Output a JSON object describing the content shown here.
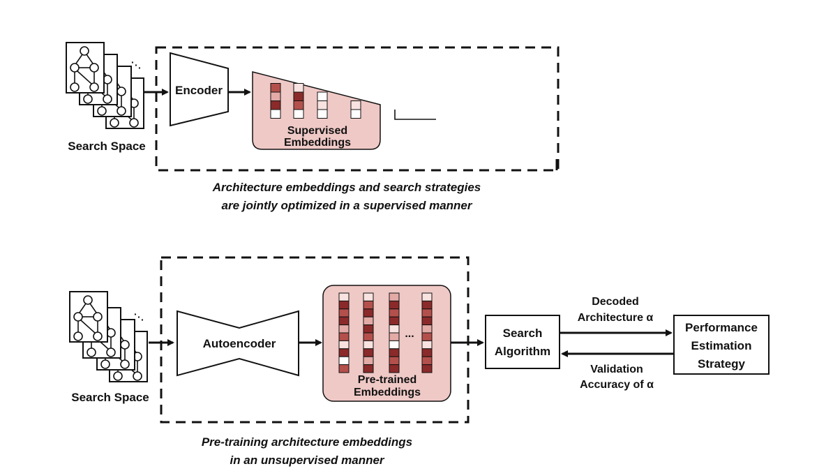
{
  "top": {
    "search_space_label": "Search Space",
    "encoder_label": "Encoder",
    "embeddings_label_1": "Supervised",
    "embeddings_label_2": "Embeddings",
    "caption_line1": "Architecture embeddings and search strategies",
    "caption_line2": "are jointly optimized in a supervised manner"
  },
  "bottom": {
    "search_space_label": "Search Space",
    "autoencoder_label": "Autoencoder",
    "embeddings_label_1": "Pre-trained",
    "embeddings_label_2": "Embeddings",
    "ellipsis": "...",
    "search_algorithm_1": "Search",
    "search_algorithm_2": "Algorithm",
    "decoded_1": "Decoded",
    "decoded_2": "Architecture α",
    "validation_1": "Validation",
    "validation_2": "Accuracy of α",
    "performance_1": "Performance",
    "performance_2": "Estimation",
    "performance_3": "Strategy",
    "caption_line1": "Pre-training architecture embeddings",
    "caption_line2": "in an unsupervised manner"
  },
  "colors": {
    "embedding_panel": "#efc9c6",
    "cell_dark": "#8b2a2a",
    "cell_mid": "#b4504c",
    "cell_light": "#e3aaa6",
    "cell_pale": "#f8e3e1"
  },
  "icons": [
    "graph-stack-icon",
    "arrow-icon"
  ]
}
